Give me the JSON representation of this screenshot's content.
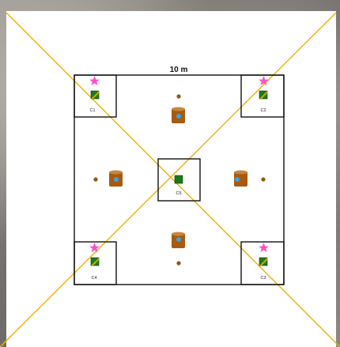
{
  "diagram": {
    "dimension_label": "10 m",
    "corner_labels": {
      "c1": "C1",
      "c2": "C2",
      "c3": "C3",
      "c4": "C4",
      "c5": "C5"
    }
  },
  "colors": {
    "boundary": "#111111",
    "diagonal": "#f0b000",
    "star": "#ff4ec8",
    "marker_green": "#1a7a1a",
    "marker_gold": "#c8a800",
    "barrel": "#a85a10",
    "barrel_top": "#c7873a",
    "barrel_dot": "#35a6e6",
    "stake": "#8b5a10"
  },
  "icons": {
    "star": "star-icon",
    "station": "station-marker-icon",
    "barrel": "barrel-icon",
    "stake": "stake-icon"
  }
}
